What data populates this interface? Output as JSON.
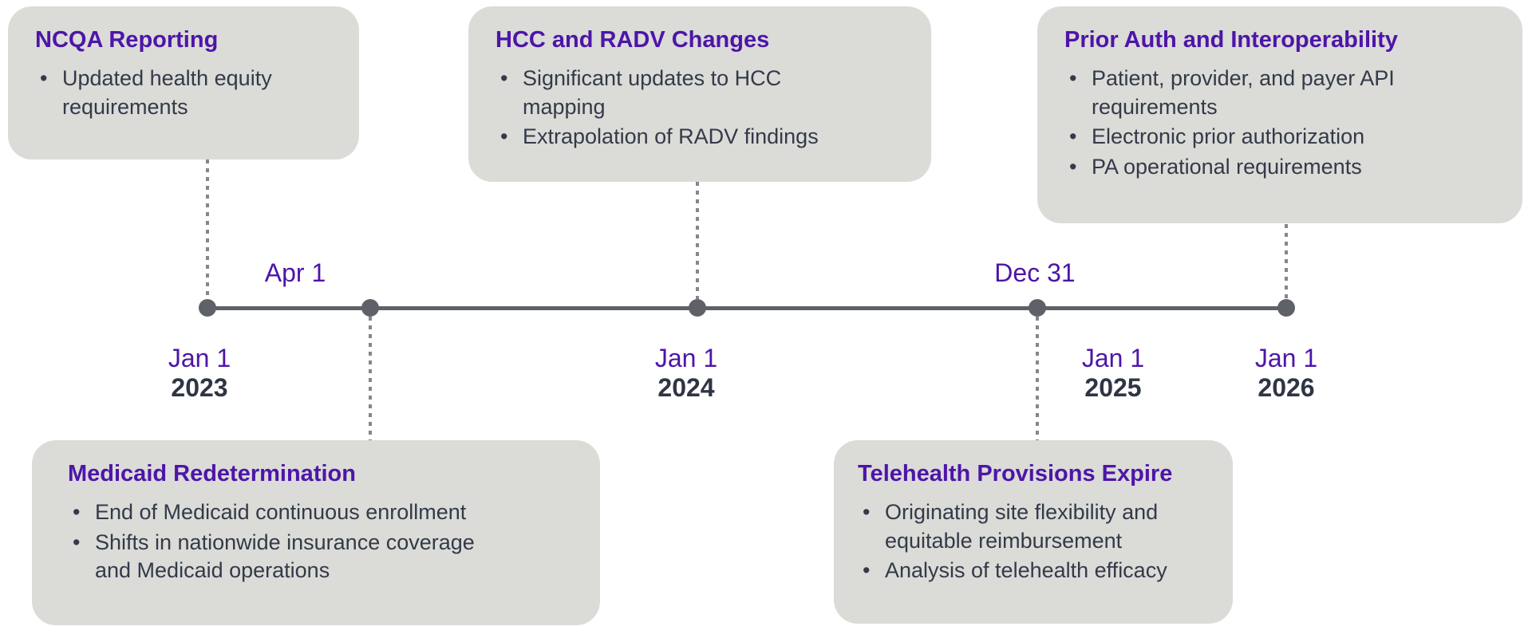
{
  "theme": {
    "accent_purple": "#4D15A8",
    "body_text": "#333A48",
    "card_background": "#DBDBD8",
    "timeline_gray": "#5E6268",
    "connector_gray": "#84878B"
  },
  "cards": [
    {
      "title": "NCQA Reporting",
      "bullets": [
        "Updated health equity requirements"
      ]
    },
    {
      "title": "HCC and RADV Changes",
      "bullets": [
        "Significant updates to HCC mapping",
        "Extrapolation of RADV findings"
      ]
    },
    {
      "title": "Prior Auth and Interoperability",
      "bullets": [
        "Patient, provider, and payer API requirements",
        "Electronic prior authorization",
        "PA operational requirements"
      ]
    },
    {
      "title": "Medicaid Redetermination",
      "bullets": [
        "End of Medicaid continuous enrollment",
        "Shifts in nationwide insurance coverage and Medicaid operations"
      ]
    },
    {
      "title": "Telehealth Provisions Expire",
      "bullets": [
        "Originating site flexibility and equitable reimbursement",
        "Analysis of telehealth efficacy"
      ]
    }
  ],
  "timeline": {
    "labels_above": [
      {
        "label": "Apr 1"
      },
      {
        "label": "Dec 31"
      }
    ],
    "labels_below": [
      {
        "date": "Jan 1",
        "year": "2023"
      },
      {
        "date": "Jan 1",
        "year": "2024"
      },
      {
        "date": "Jan 1",
        "year": "2025"
      },
      {
        "date": "Jan 1",
        "year": "2026"
      }
    ]
  }
}
